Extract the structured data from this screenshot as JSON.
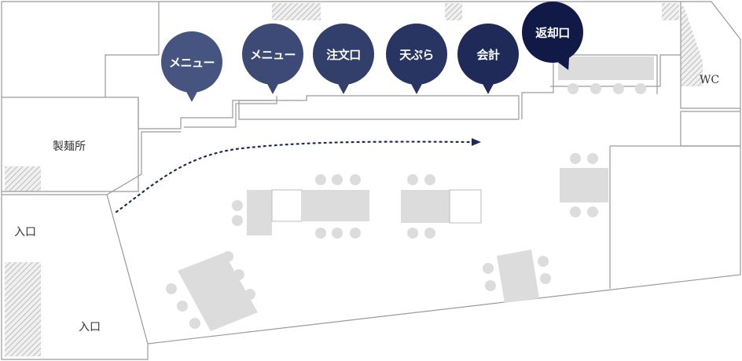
{
  "rooms": {
    "noodle_room": "製麺所",
    "entrance_1": "入口",
    "entrance_2": "入口",
    "wc": "WC"
  },
  "stations": [
    {
      "label": "メニュー",
      "color": "#465580"
    },
    {
      "label": "メニュー",
      "color": "#3c4a75"
    },
    {
      "label": "注文口",
      "color": "#323f6b"
    },
    {
      "label": "天ぷら",
      "color": "#283462"
    },
    {
      "label": "会計",
      "color": "#1f2a59"
    },
    {
      "label": "返却口",
      "color": "#111a47"
    }
  ],
  "flow_arrow_color": "#1b2a5a"
}
